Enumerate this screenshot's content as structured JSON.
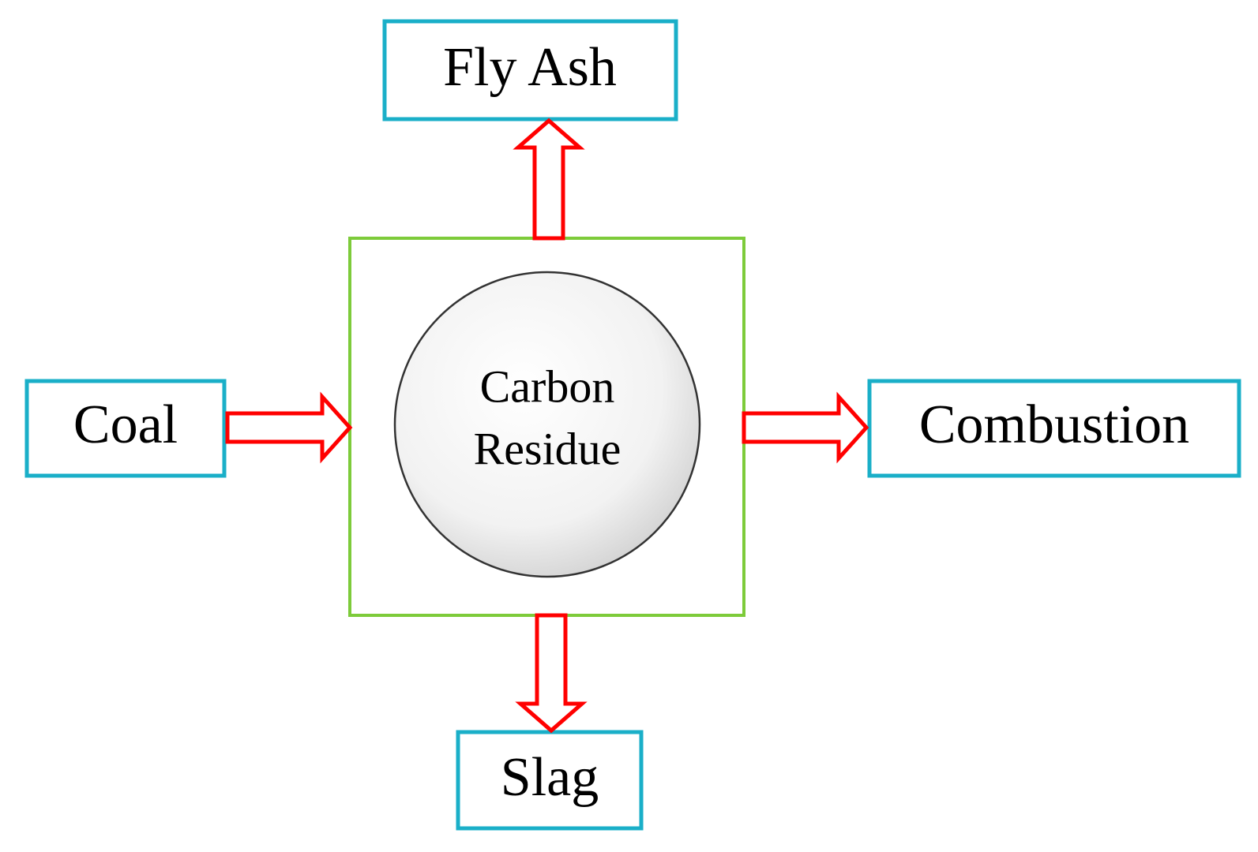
{
  "diagram": {
    "nodes": {
      "fly_ash": "Fly Ash",
      "coal": "Coal",
      "combustion": "Combustion",
      "slag": "Slag",
      "center_line1": "Carbon",
      "center_line2": "Residue"
    },
    "colors": {
      "box_border": "#1AAFC8",
      "container_border": "#7DCB3A",
      "arrow": "#FF0000",
      "circle_border": "#333333",
      "circle_fill_center": "#FFFFFF",
      "circle_fill_edge": "#D8D8D8"
    },
    "edges": [
      {
        "from": "Coal",
        "to": "Carbon Residue"
      },
      {
        "from": "Carbon Residue",
        "to": "Fly Ash"
      },
      {
        "from": "Carbon Residue",
        "to": "Combustion"
      },
      {
        "from": "Carbon Residue",
        "to": "Slag"
      }
    ]
  }
}
